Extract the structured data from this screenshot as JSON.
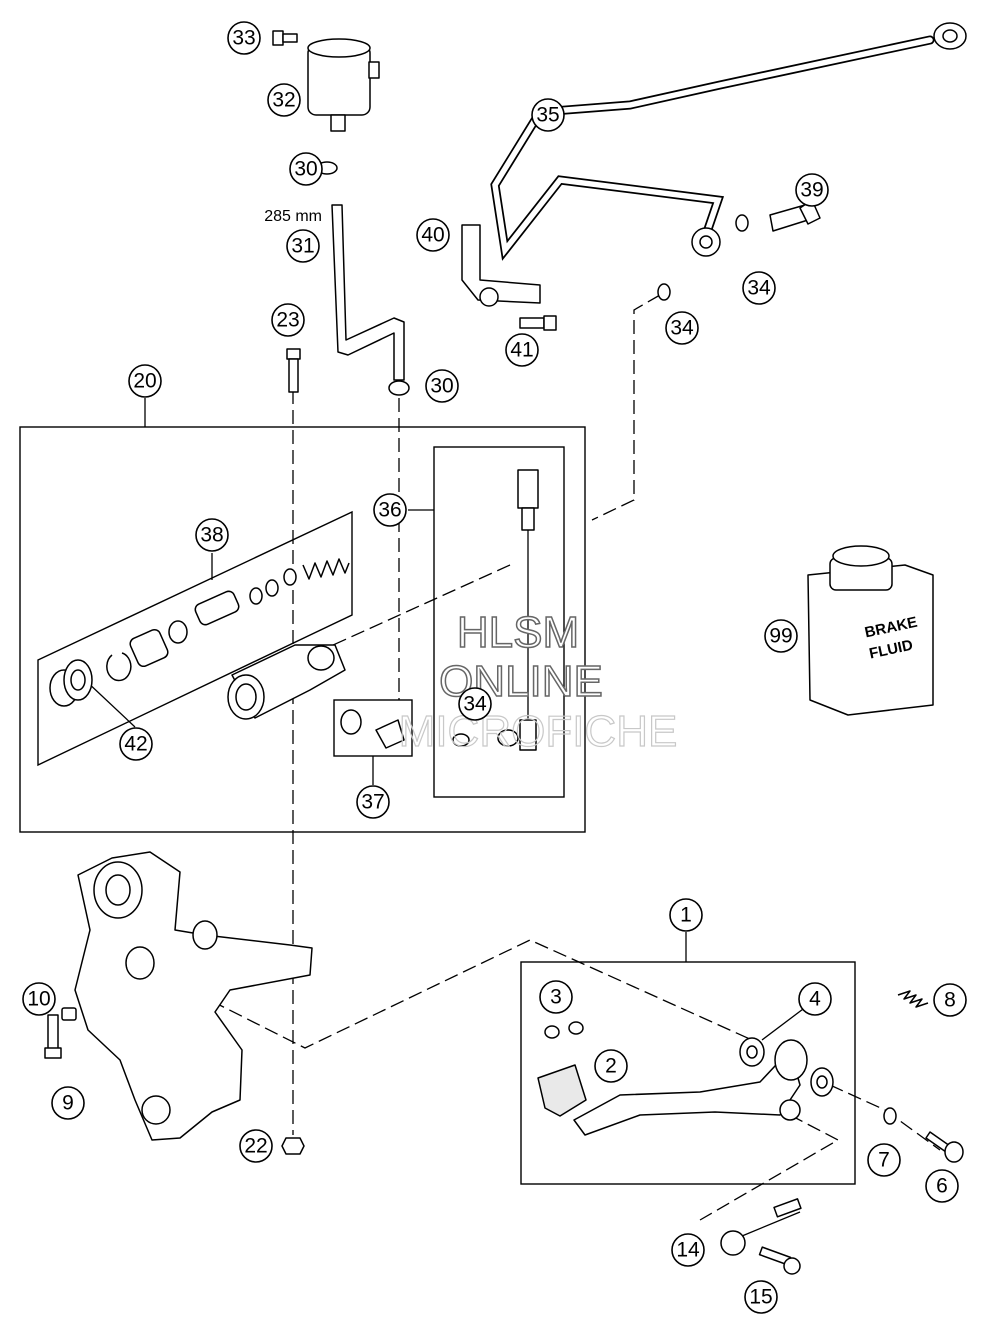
{
  "callouts": {
    "c1": "1",
    "c2": "2",
    "c3": "3",
    "c4": "4",
    "c6": "6",
    "c7": "7",
    "c8": "8",
    "c9": "9",
    "c10": "10",
    "c14": "14",
    "c15": "15",
    "c20": "20",
    "c22": "22",
    "c23": "23",
    "c30a": "30",
    "c30b": "30",
    "c31": "31",
    "c32": "32",
    "c33": "33",
    "c34a": "34",
    "c34b": "34",
    "c34c": "34",
    "c35": "35",
    "c36": "36",
    "c37": "37",
    "c38": "38",
    "c39": "39",
    "c40": "40",
    "c41": "41",
    "c42": "42",
    "c99": "99"
  },
  "hose_length_label": "285 mm",
  "brake_fluid_label": {
    "line1": "BRAKE",
    "line2": "FLUID"
  },
  "watermark": {
    "line1": "HLSM",
    "line2": "ONLINE",
    "line3": "MICROFICHE"
  }
}
